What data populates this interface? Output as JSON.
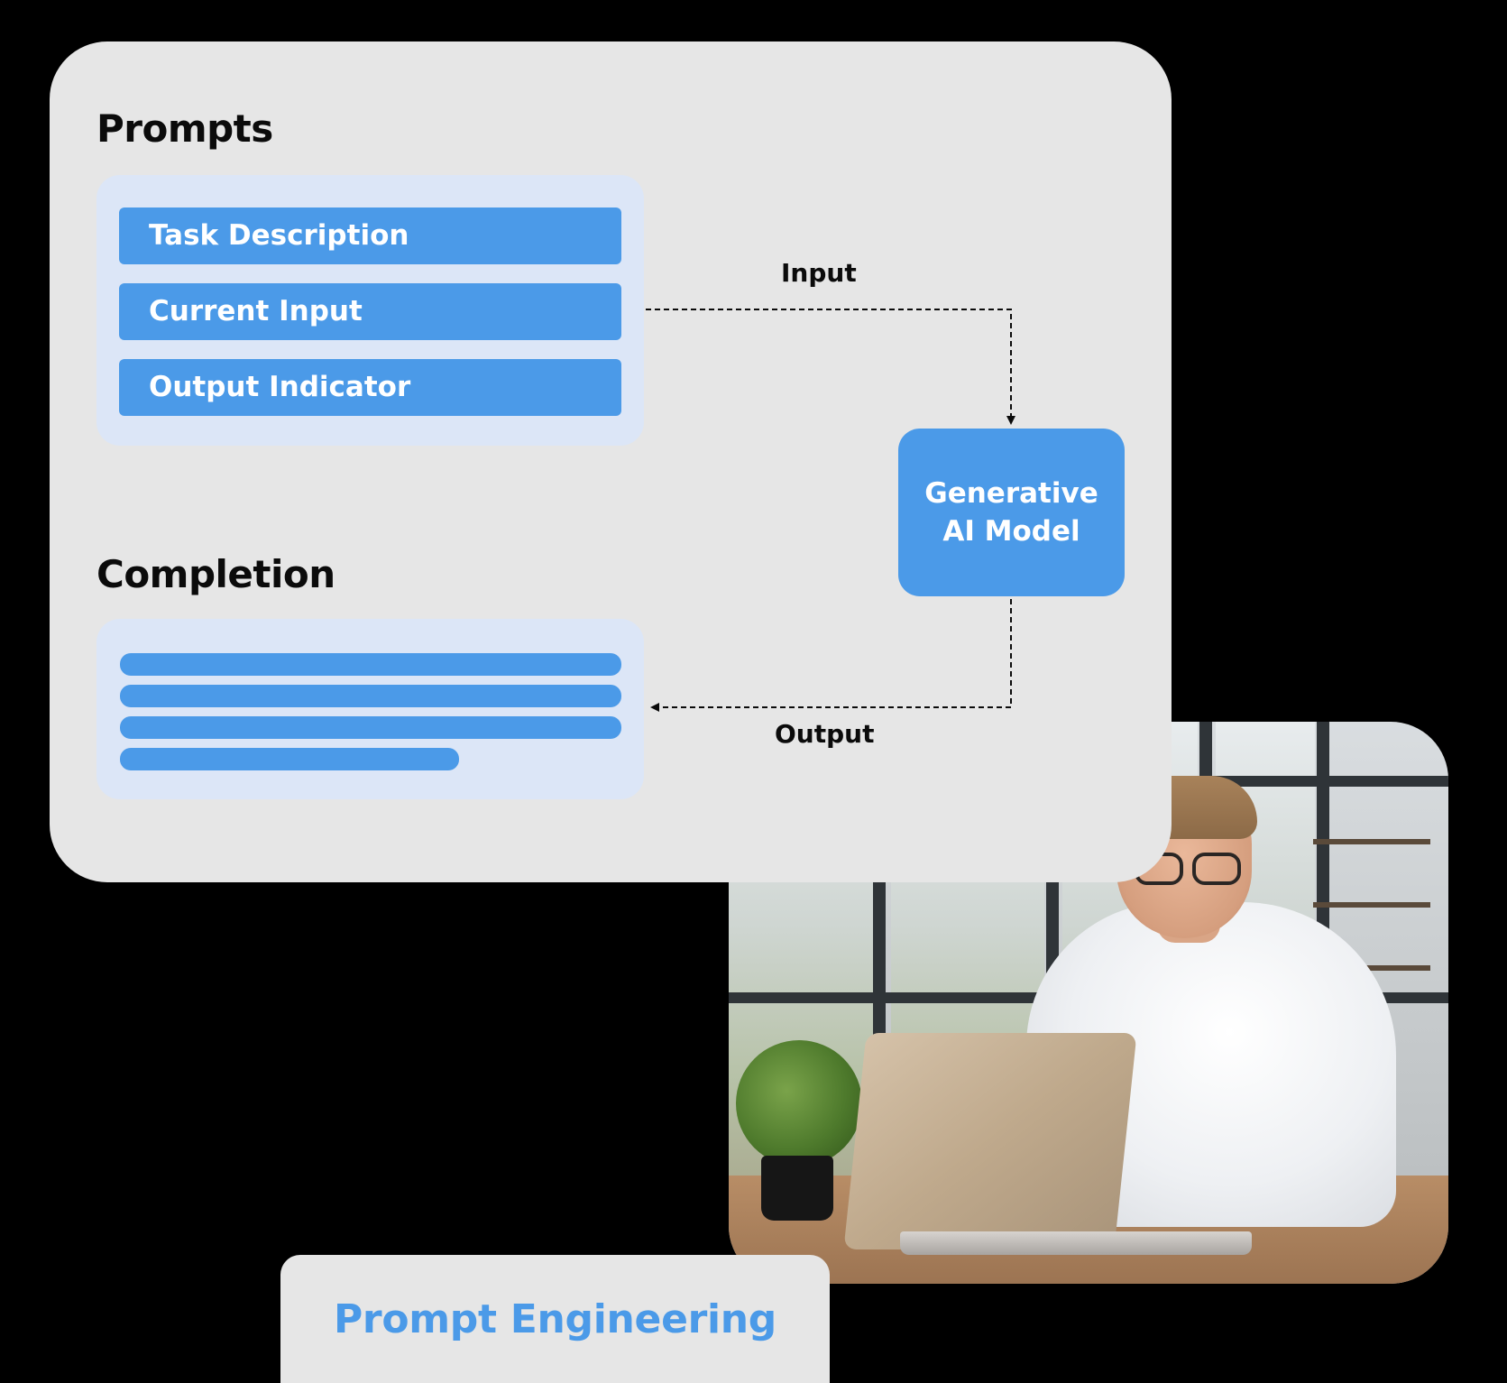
{
  "prompts": {
    "title": "Prompts",
    "items": [
      {
        "label": "Task Description"
      },
      {
        "label": "Current Input"
      },
      {
        "label": "Output Indicator"
      }
    ]
  },
  "completion": {
    "title": "Completion",
    "line_count": 4
  },
  "model": {
    "line1": "Generative",
    "line2": "AI Model"
  },
  "flow": {
    "input_label": "Input",
    "output_label": "Output"
  },
  "footer": {
    "label": "Prompt Engineering"
  },
  "colors": {
    "accent_blue": "#4b9ae8",
    "panel_light_blue": "#dce6f7",
    "card_gray": "#e6e6e6",
    "background": "#000000",
    "text_dark": "#0b0b0b"
  }
}
